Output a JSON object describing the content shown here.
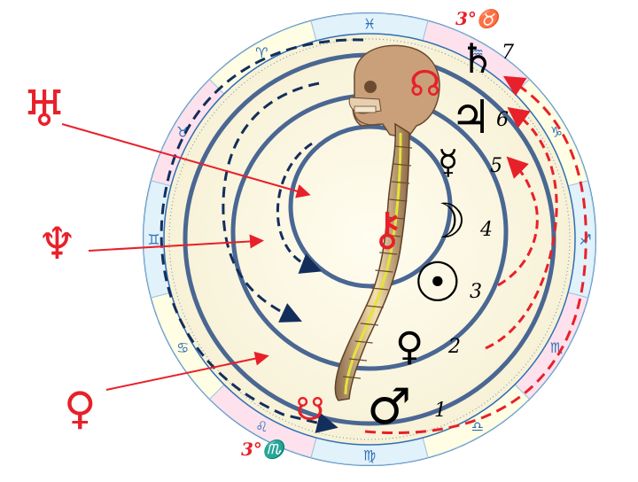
{
  "degree_labels": {
    "top": "3°♉",
    "bottom": "3°♏"
  },
  "zodiac_signs": [
    {
      "glyph": "♉",
      "name": "taurus"
    },
    {
      "glyph": "♈",
      "name": "aries"
    },
    {
      "glyph": "♓",
      "name": "pisces"
    },
    {
      "glyph": "♒",
      "name": "aquarius"
    },
    {
      "glyph": "♑",
      "name": "capricorn"
    },
    {
      "glyph": "♐",
      "name": "sagittarius"
    },
    {
      "glyph": "♏",
      "name": "scorpio"
    },
    {
      "glyph": "♎",
      "name": "libra"
    },
    {
      "glyph": "♍",
      "name": "virgo"
    },
    {
      "glyph": "♌",
      "name": "leo"
    },
    {
      "glyph": "♋",
      "name": "cancer"
    },
    {
      "glyph": "♊",
      "name": "gemini"
    }
  ],
  "outer_planets": [
    {
      "glyph": "♅",
      "name": "uranus",
      "color": "#e8202a"
    },
    {
      "glyph": "♆",
      "name": "neptune",
      "color": "#e8202a"
    },
    {
      "glyph": "♀",
      "name": "venus-outer",
      "color": "#e8202a"
    }
  ],
  "nodes": {
    "north": "☊",
    "south": "☋",
    "chiron": "⚷"
  },
  "chakra_planets": [
    {
      "glyph": "♂",
      "name": "mars",
      "number": "1"
    },
    {
      "glyph": "♀",
      "name": "venus",
      "number": "2"
    },
    {
      "glyph": "☉",
      "name": "sun",
      "number": "3"
    },
    {
      "glyph": "☽",
      "name": "moon",
      "number": "4"
    },
    {
      "glyph": "☿",
      "name": "mercury",
      "number": "5"
    },
    {
      "glyph": "♃",
      "name": "jupiter",
      "number": "6"
    },
    {
      "glyph": "♄",
      "name": "saturn",
      "number": "7"
    }
  ],
  "colors": {
    "ring_blue": "#4a6793",
    "wheel_blue": "#2f6fb5",
    "dash_navy": "#142e5c",
    "red": "#e8202a",
    "cream": "#fbf8e6"
  }
}
